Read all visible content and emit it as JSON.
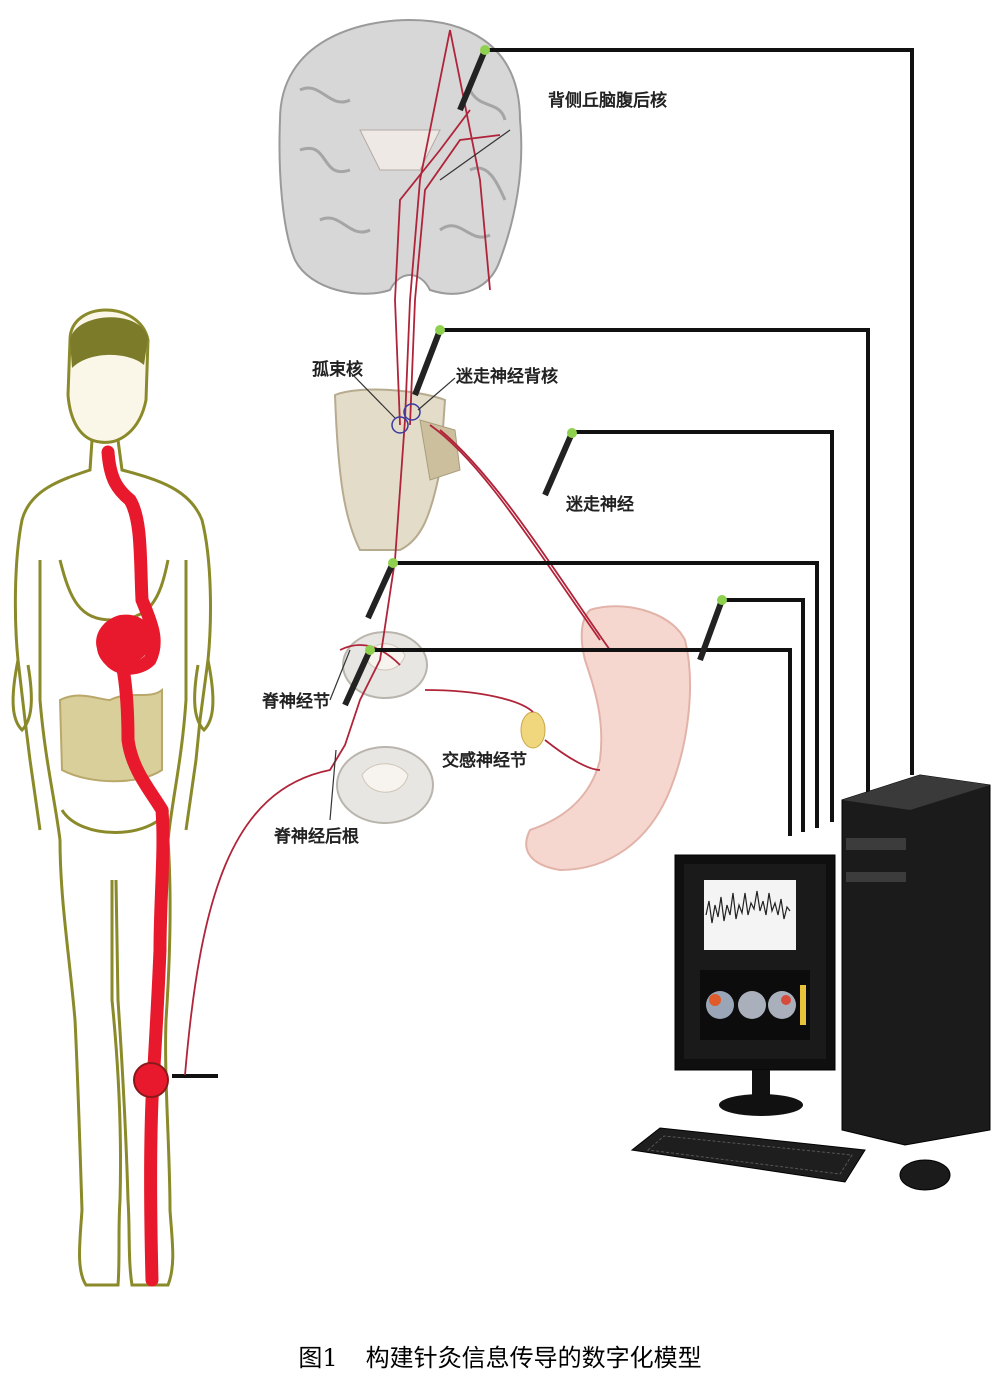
{
  "labels": {
    "brain_nucleus": "背侧丘脑腹后核",
    "solitary_nucleus": "孤束核",
    "vagus_dorsal_nucleus": "迷走神经背核",
    "vagus_nerve": "迷走神经",
    "spinal_ganglion": "脊神经节",
    "sympathetic_ganglion": "交感神经节",
    "dorsal_root": "脊神经后根"
  },
  "caption": {
    "number": "图1",
    "title": "构建针灸信息传导的数字化模型"
  },
  "colors": {
    "meridian": "#e8192c",
    "nerve": "#b0243a",
    "body_outline": "#8a8a2a",
    "wire": "#111111",
    "electrode_tip": "#8fd14f"
  }
}
